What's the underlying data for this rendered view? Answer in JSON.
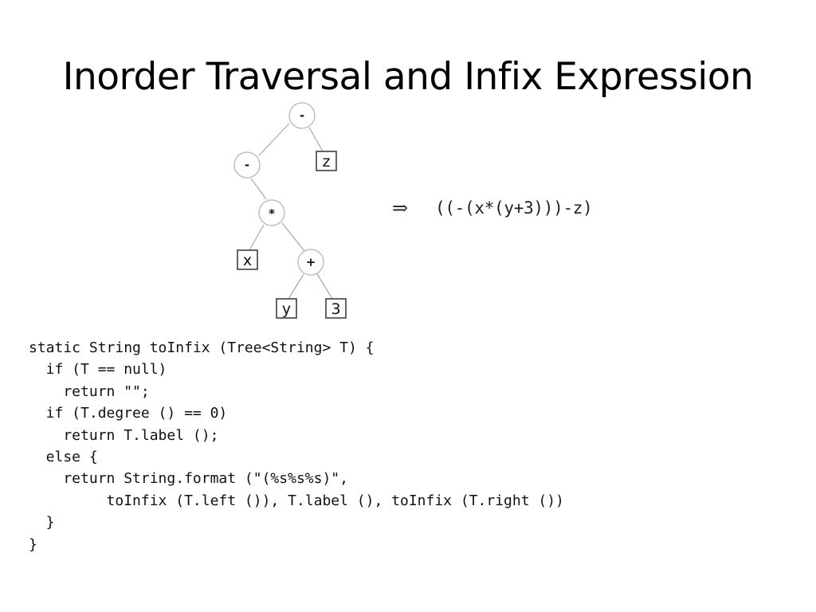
{
  "slide": {
    "title": "Inorder Traversal and Infix Expression"
  },
  "tree": {
    "nodes": [
      {
        "id": "root",
        "label": "-",
        "kind": "operator"
      },
      {
        "id": "minus",
        "label": "-",
        "kind": "operator"
      },
      {
        "id": "z",
        "label": "z",
        "kind": "leaf"
      },
      {
        "id": "times",
        "label": "*",
        "kind": "operator"
      },
      {
        "id": "x",
        "label": "x",
        "kind": "leaf"
      },
      {
        "id": "plus",
        "label": "+",
        "kind": "operator"
      },
      {
        "id": "y",
        "label": "y",
        "kind": "leaf"
      },
      {
        "id": "three",
        "label": "3",
        "kind": "leaf"
      }
    ],
    "arrow": "⇒",
    "expression": "((-(x*(y+3)))-z)"
  },
  "code": {
    "lines": [
      "static String toInfix (Tree<String> T) {",
      "  if (T == null)",
      "    return \"\";",
      "  if (T.degree () == 0)",
      "    return T.label ();",
      "  else {",
      "    return String.format (\"(%s%s%s)\",",
      "         toInfix (T.left ()), T.label (), toInfix (T.right ())",
      "  }",
      "}"
    ]
  }
}
